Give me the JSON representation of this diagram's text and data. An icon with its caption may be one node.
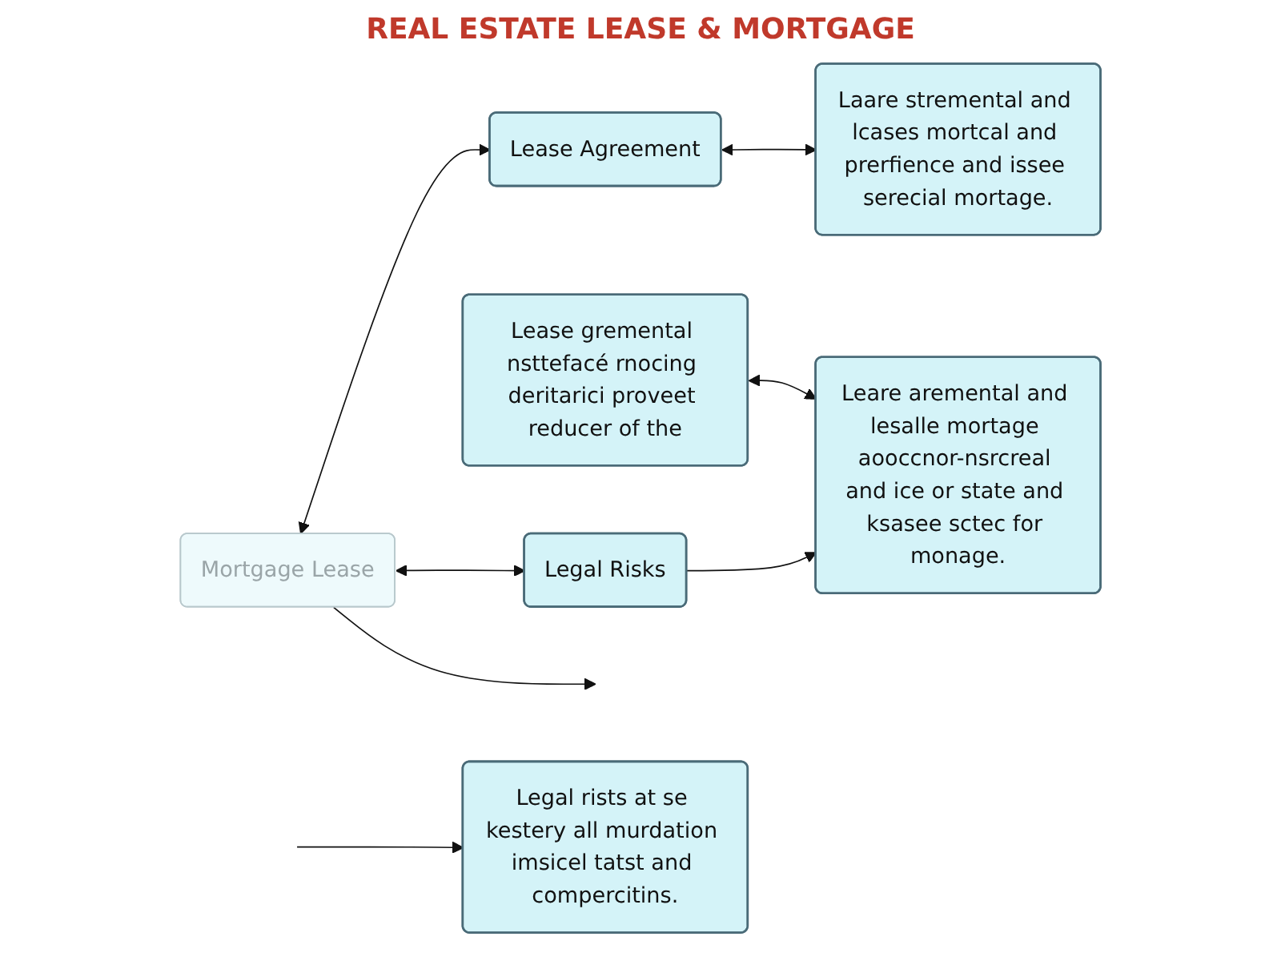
{
  "diagram": {
    "title": "REAL ESTATE LEASE & MORTGAGE",
    "nodes": [
      {
        "text": [
          "Mortgage Lease"
        ]
      },
      {
        "text": [
          "Lease Agreement"
        ]
      },
      {
        "text": [
          "Laare stremental and lcases mortcal and prerfience and issee serecial mortage."
        ]
      },
      {
        "text": [
          "Lease gremental nsttefacé rnocing deritarici proveet reducer of the"
        ]
      },
      {
        "text": [
          "Legal Risks"
        ]
      },
      {
        "text": [
          "Leare aremental and lesalle mortage aooccnor-nsrcreal and ice or state and ksasee sctec for monage."
        ]
      },
      {
        "text": [
          "Legal rists at se kestery all murdation imsicel tatst and compercitins."
        ]
      }
    ],
    "edges": [
      {
        "from": 0,
        "to": 1,
        "arrow": "both"
      },
      {
        "from": 0,
        "to": 4,
        "arrow": "both"
      },
      {
        "from": 1,
        "to": 2,
        "arrow": "both"
      },
      {
        "from": 0,
        "to": null,
        "arrow": "to"
      },
      {
        "from": 3,
        "to": 5,
        "arrow": "both"
      },
      {
        "from": 4,
        "to": 5,
        "arrow": "to"
      },
      {
        "from": null,
        "to": 6,
        "arrow": "to"
      }
    ]
  }
}
